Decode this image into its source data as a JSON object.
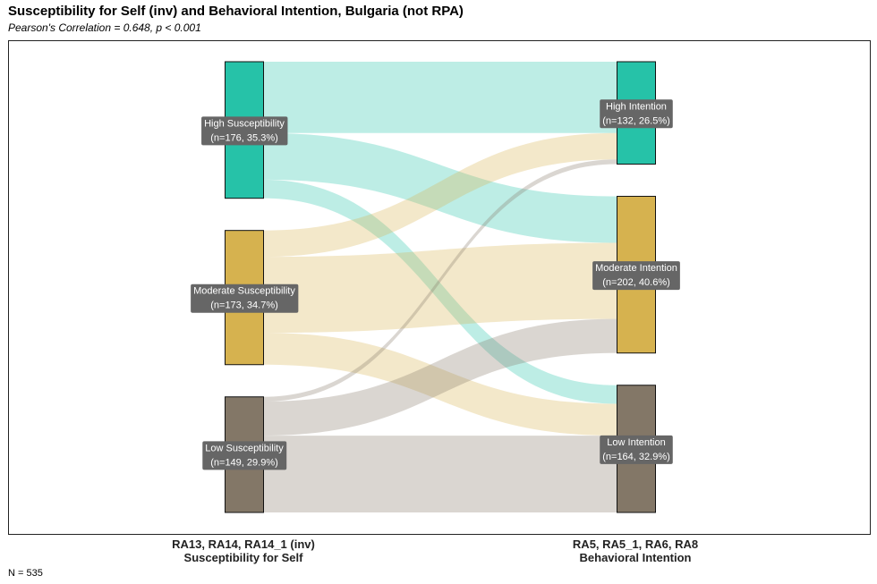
{
  "title": "Susceptibility for Self (inv) and Behavioral Intention, Bulgaria (not RPA)",
  "subtitle": "Pearson's Correlation = 0.648, p < 0.001",
  "n_note": "N = 535",
  "left_axis": {
    "line1": "RA13, RA14, RA14_1 (inv)",
    "line2": "Susceptibility for Self"
  },
  "right_axis": {
    "line1": "RA5, RA5_1, RA6, RA8",
    "line2": "Behavioral Intention"
  },
  "colors": {
    "high": "#26c2a8",
    "moderate": "#d6b24f",
    "low": "#837767"
  },
  "chart_data": {
    "type": "sankey",
    "left_nodes": [
      {
        "id": "high",
        "label": "High Susceptibility",
        "count_label": "(n=176, 35.3%)",
        "n": 176,
        "pct": 35.3
      },
      {
        "id": "moderate",
        "label": "Moderate Susceptibility",
        "count_label": "(n=173, 34.7%)",
        "n": 173,
        "pct": 34.7
      },
      {
        "id": "low",
        "label": "Low Susceptibility",
        "count_label": "(n=149, 29.9%)",
        "n": 149,
        "pct": 29.9
      }
    ],
    "right_nodes": [
      {
        "id": "high",
        "label": "High Intention",
        "count_label": "(n=132, 26.5%)",
        "n": 132,
        "pct": 26.5
      },
      {
        "id": "moderate",
        "label": "Moderate Intention",
        "count_label": "(n=202, 40.6%)",
        "n": 202,
        "pct": 40.6
      },
      {
        "id": "low",
        "label": "Low Intention",
        "count_label": "(n=164, 32.9%)",
        "n": 164,
        "pct": 32.9
      }
    ],
    "flows": [
      {
        "from": "high",
        "to": "high",
        "value": 92
      },
      {
        "from": "high",
        "to": "moderate",
        "value": 60
      },
      {
        "from": "high",
        "to": "low",
        "value": 24
      },
      {
        "from": "moderate",
        "to": "high",
        "value": 34
      },
      {
        "from": "moderate",
        "to": "moderate",
        "value": 98
      },
      {
        "from": "moderate",
        "to": "low",
        "value": 41
      },
      {
        "from": "low",
        "to": "high",
        "value": 6
      },
      {
        "from": "low",
        "to": "moderate",
        "value": 44
      },
      {
        "from": "low",
        "to": "low",
        "value": 99
      }
    ]
  }
}
